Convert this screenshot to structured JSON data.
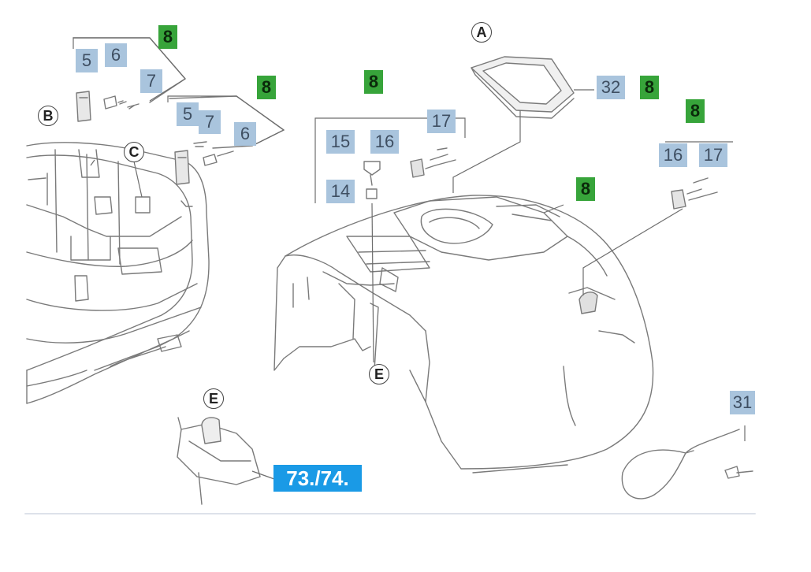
{
  "labels": {
    "l5a": "5",
    "l6a": "6",
    "l7a": "7",
    "l8a": "8",
    "l5b": "5",
    "l7b": "7",
    "l6b": "6",
    "l8b": "8",
    "l8c": "8",
    "l15": "15",
    "l16a": "16",
    "l17a": "17",
    "l14": "14",
    "l32": "32",
    "l8d": "8",
    "l8e": "8",
    "l8f": "8",
    "l16b": "16",
    "l17b": "17",
    "l31": "31",
    "l7374": "73./74."
  },
  "callouts": {
    "A": "A",
    "B": "B",
    "C": "C",
    "E_top": "E",
    "E_bottom": "E"
  },
  "colors": {
    "blue_box": "#a9c4dd",
    "green_box": "#37a43a",
    "highlight": "#1a9ae6",
    "line": "#6d6d6d"
  }
}
